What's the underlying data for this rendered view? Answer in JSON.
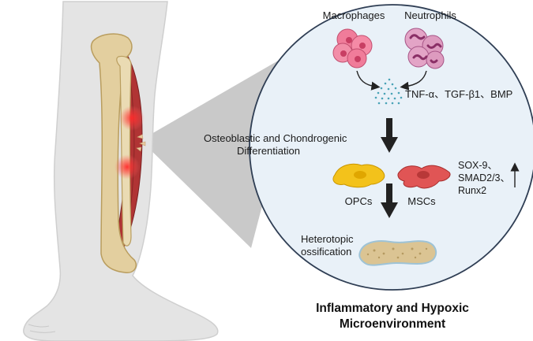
{
  "labels": {
    "macrophages": "Macrophages",
    "neutrophils": "Neutrophils",
    "cytokines": "TNF-α、TGF-β1、BMP",
    "differentiation_line1": "Osteoblastic and Chondrogenic",
    "differentiation_line2": "Differentiation",
    "opcs": "OPCs",
    "mscs": "MSCs",
    "genes": [
      "SOX-9、",
      "SMAD2/3、",
      "Runx2"
    ],
    "ho_line1": "Heterotopic",
    "ho_line2": "ossification"
  },
  "caption": {
    "line1": "Inflammatory and Hypoxic",
    "line2": "Microenvironment"
  },
  "colors": {
    "circle_fill": "#e9f1f8",
    "circle_stroke": "#2f3e54",
    "cone": "#c9c9c9",
    "skin": "#e4e4e4",
    "bone": "#e3cf9f",
    "muscle": "#b03434",
    "inflammation": "#ff2a2a",
    "macrophage": "#f07c9a",
    "neutrophil": "#d98ab4",
    "cytokine_dots": "#4aa3b7",
    "opc": "#f3c21b",
    "msc": "#e05555",
    "ho_bone": "#dbc493"
  }
}
